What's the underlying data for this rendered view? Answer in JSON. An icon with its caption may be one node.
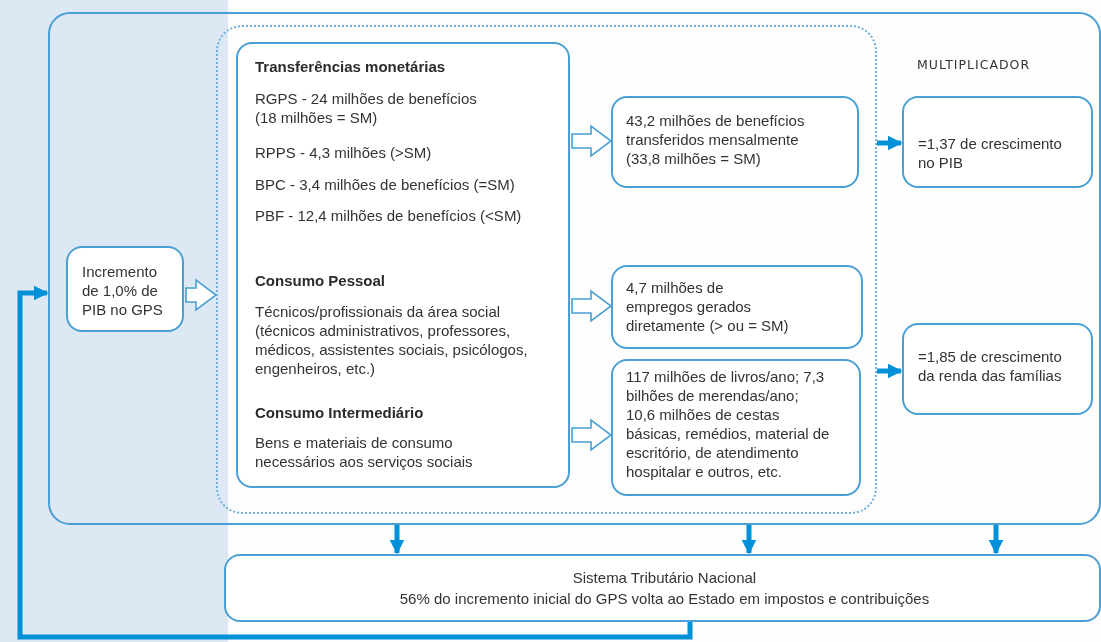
{
  "diagram": {
    "nodes": [
      {
        "text": [],
        "shape": "box"
      },
      {
        "text": [],
        "shape": "box",
        "in": 0
      },
      {
        "text": [
          "Incremento de 1,0% de PIB no GPS"
        ],
        "in": 0
      },
      {
        "text": [
          "Transferências monetárias",
          "RGPS - 24 milhões de benefícios (18 milhões = SM)",
          "RPPS - 4,3 milhões (>SM)",
          "BPC - 3,4 milhões de benefícios (=SM)",
          "PBF - 12,4 milhões de benefícios (<SM)",
          "Consumo Pessoal",
          "Técnicos/profissionais da área social (técnicos administrativos, professores, médicos, assistentes sociais, psicólogos, engenheiros, etc.)",
          "Consumo Intermediário",
          "Bens e materiais de consumo necessários aos serviços sociais"
        ],
        "in": 1
      },
      {
        "text": [
          "43,2 milhões de benefícios transferidos mensalmente (33,8 milhões = SM)"
        ],
        "in": 1
      },
      {
        "text": [
          "4,7 milhões de empregos gerados diretamente (> ou = SM)"
        ],
        "in": 1
      },
      {
        "text": [
          "117 milhões de livros/ano; 7,3 bilhões de merendas/ano; 10,6 milhões de cestas básicas, remédios, material de escritório, de atendimento hospitalar e outros, etc."
        ],
        "in": 1
      },
      {
        "text": [
          "=1,37 de crescimento no PIB"
        ],
        "in": 0
      },
      {
        "text": [
          "=1,85 de crescimento da renda das famílias"
        ],
        "in": 0
      },
      {
        "text": [
          "Sistema Tributário Nacional",
          "56% do incremento inicial do GPS volta ao Estado em impostos e contribuições"
        ]
      }
    ],
    "edges": [
      {
        "from": 2,
        "to": 1,
        "arrow": "to",
        "color": "#4a9fd4"
      },
      {
        "from": 3,
        "to": 4,
        "arrow": "to",
        "color": "#4a9fd4"
      },
      {
        "from": 3,
        "to": 5,
        "arrow": "to",
        "color": "#4a9fd4"
      },
      {
        "from": 3,
        "to": 6,
        "arrow": "to",
        "color": "#4a9fd4"
      },
      {
        "from": 1,
        "to": 7,
        "arrow": "to"
      },
      {
        "from": 1,
        "to": 8,
        "arrow": "to"
      },
      {
        "from": 0,
        "to": 9,
        "arrow": "to"
      },
      {
        "from": 0,
        "to": 9,
        "arrow": "to"
      },
      {
        "from": 0,
        "to": 9,
        "arrow": "to"
      },
      {
        "from": 9,
        "to": 0,
        "arrow": "to"
      }
    ],
    "labels": [
      "MULTIPLICADOR"
    ]
  }
}
